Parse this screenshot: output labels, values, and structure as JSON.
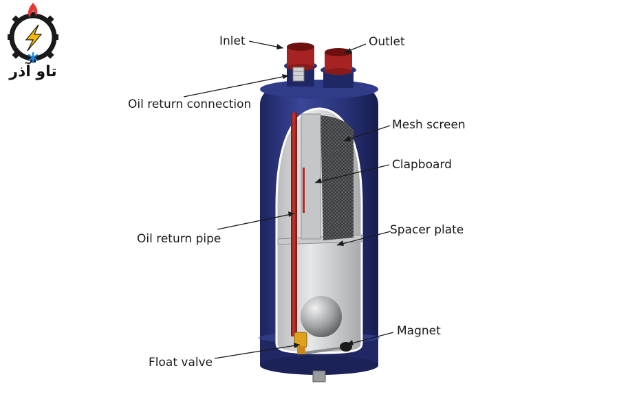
{
  "logo": {
    "text": "تاو آذر",
    "primary_color": "#1a1a1a",
    "flame_color": "#e53935",
    "bolt_color": "#f5b800",
    "snow_color": "#1e88e5"
  },
  "colors": {
    "shell": "#26306e",
    "shell_light": "#3a4799",
    "pipe_red": "#b02a24",
    "interior": "#d9dadb",
    "brass": "#e0a21c"
  },
  "labels": {
    "inlet": "Inlet",
    "outlet": "Outlet",
    "oil_return_connection": "Oil return connection",
    "mesh_screen": "Mesh screen",
    "clapboard": "Clapboard",
    "oil_return_pipe": "Oil return pipe",
    "spacer_plate": "Spacer plate",
    "magnet": "Magnet",
    "float_valve": "Float valve"
  }
}
